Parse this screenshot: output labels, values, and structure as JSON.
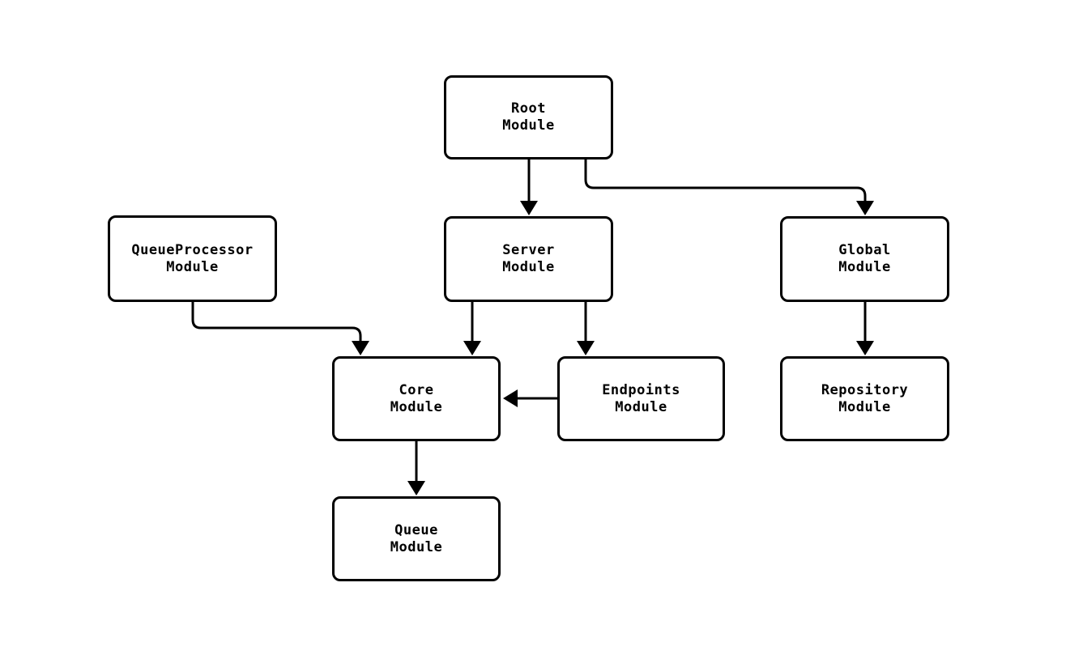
{
  "diagram": {
    "type": "module-dependency-graph",
    "background_color": "#ffffff",
    "stroke_color": "#000000",
    "node_fill_color": "#ffffff",
    "text_color": "#000000",
    "nodes": {
      "root": {
        "label": "Root\nModule"
      },
      "queue_processor": {
        "label": "QueueProcessor\nModule"
      },
      "server": {
        "label": "Server\nModule"
      },
      "global": {
        "label": "Global\nModule"
      },
      "core": {
        "label": "Core\nModule"
      },
      "endpoints": {
        "label": "Endpoints\nModule"
      },
      "repository": {
        "label": "Repository\nModule"
      },
      "queue": {
        "label": "Queue\nModule"
      }
    },
    "edges": [
      {
        "from": "Root Module",
        "to": "Server Module"
      },
      {
        "from": "Root Module",
        "to": "Global Module"
      },
      {
        "from": "QueueProcessor Module",
        "to": "Core Module"
      },
      {
        "from": "Server Module",
        "to": "Core Module"
      },
      {
        "from": "Server Module",
        "to": "Endpoints Module"
      },
      {
        "from": "Global Module",
        "to": "Repository Module"
      },
      {
        "from": "Endpoints Module",
        "to": "Core Module"
      },
      {
        "from": "Core Module",
        "to": "Queue Module"
      }
    ]
  }
}
